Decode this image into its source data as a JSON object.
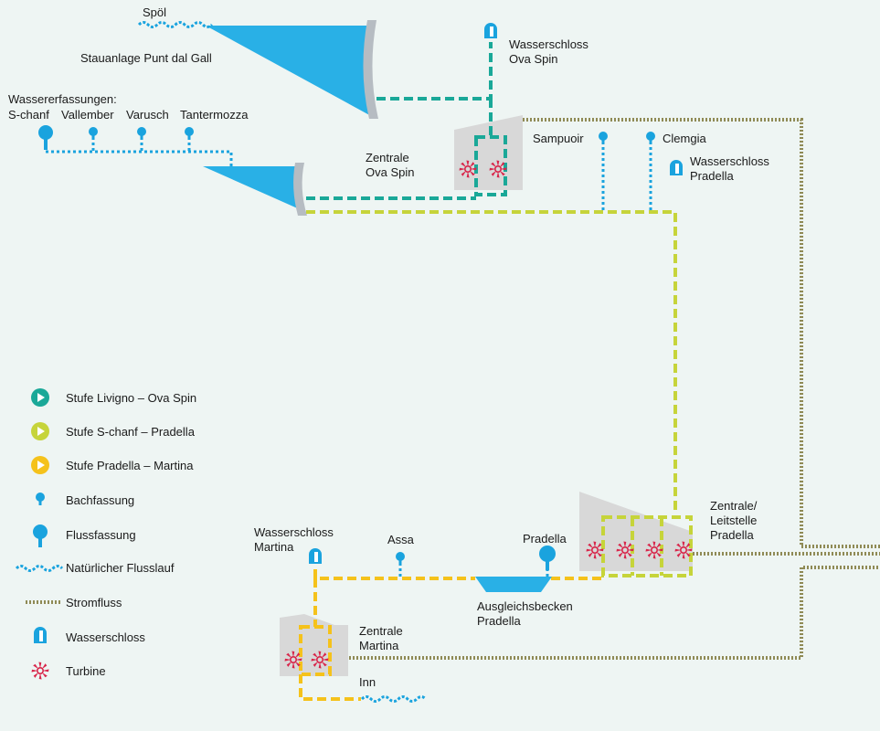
{
  "labels": {
    "spoel": "Spöl",
    "punt_dal_gall": "Stauanlage Punt dal Gall",
    "wasserschloss_ova_spin": "Wasserschloss\nOva Spin",
    "wassererfassungen": "Wassererfassungen:",
    "s_chanf": "S-chanf",
    "vallember": "Vallember",
    "varusch": "Varusch",
    "tantermozza": "Tantermozza",
    "zentrale_ova_spin": "Zentrale\nOva Spin",
    "sampuoir": "Sampuoir",
    "clemgia": "Clemgia",
    "wasserschloss_pradella": "Wasserschloss\nPradella",
    "zentrale_pradella": "Zentrale/\nLeitstelle\nPradella",
    "wasserschloss_martina": "Wasserschloss\nMartina",
    "assa": "Assa",
    "pradella": "Pradella",
    "ausgleichsbecken": "Ausgleichsbecken\nPradella",
    "zentrale_martina": "Zentrale\nMartina",
    "inn": "Inn"
  },
  "legend": [
    {
      "icon": "play-circle-teal-icon",
      "label": "Stufe Livigno – Ova Spin",
      "color": "#1aa898"
    },
    {
      "icon": "play-circle-lime-icon",
      "label": "Stufe S-chanf – Pradella",
      "color": "#c6d43a"
    },
    {
      "icon": "play-circle-yellow-icon",
      "label": "Stufe Pradella – Martina",
      "color": "#f5c21b"
    },
    {
      "icon": "brook-intake-icon",
      "label": "Bachfassung",
      "color": "#1aa3de"
    },
    {
      "icon": "river-intake-icon",
      "label": "Flussfassung",
      "color": "#1aa3de"
    },
    {
      "icon": "river-wave-icon",
      "label": "Natürlicher Flusslauf",
      "color": "#1aa3de"
    },
    {
      "icon": "power-line-icon",
      "label": "Stromfluss",
      "color": "#8f8a55"
    },
    {
      "icon": "surge-tank-icon",
      "label": "Wasserschloss",
      "color": "#1aa3de"
    },
    {
      "icon": "turbine-icon",
      "label": "Turbine",
      "color": "#d8254a"
    }
  ],
  "colors": {
    "teal": "#1aa898",
    "lime": "#c6d43a",
    "yellow": "#f5c21b",
    "blue": "#1aa3de",
    "power": "#8f8a55",
    "turbine": "#d8254a",
    "grey": "#d5d5d5"
  }
}
